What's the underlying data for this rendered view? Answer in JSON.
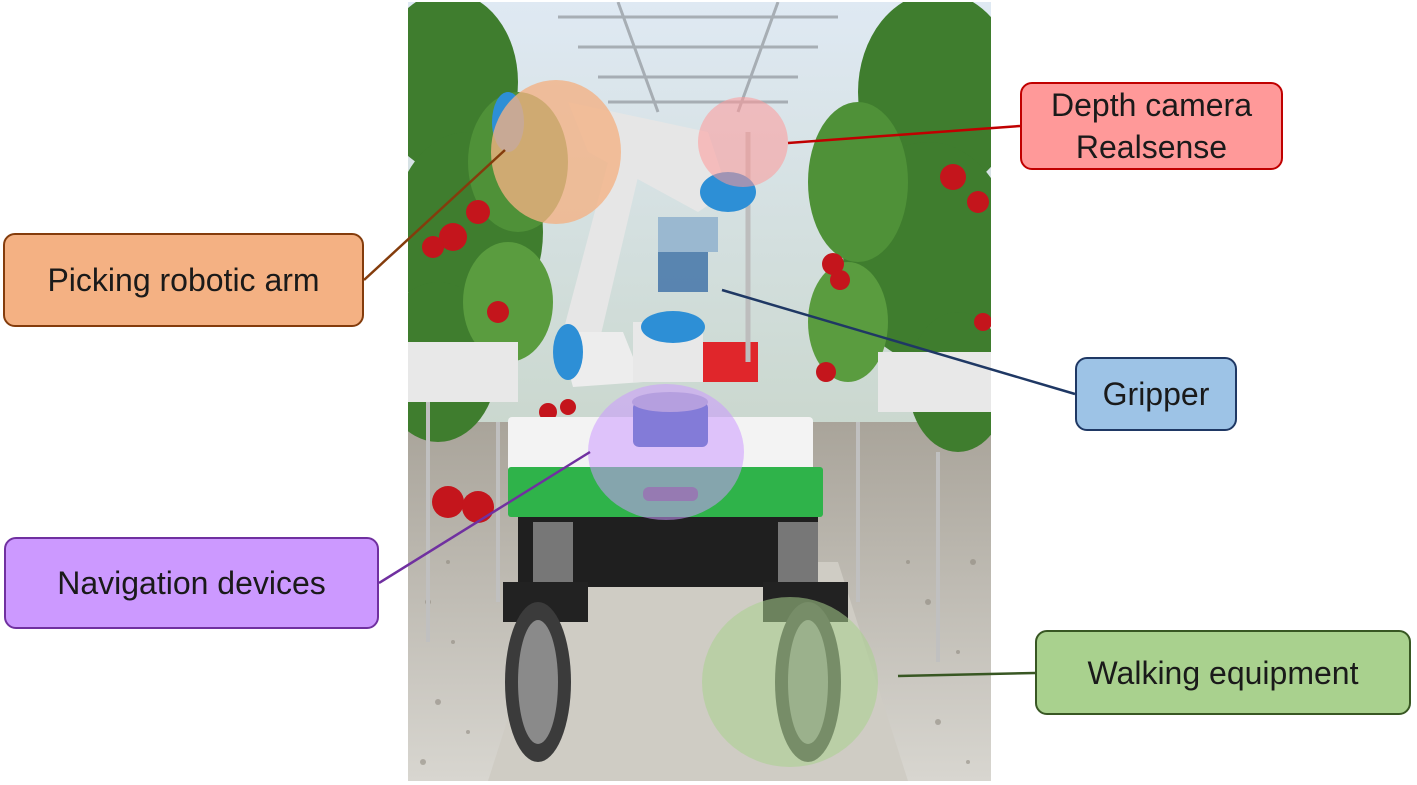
{
  "labels": {
    "arm": "Picking robotic arm",
    "camera_line1": "Depth camera",
    "camera_line2": "Realsense",
    "gripper": "Gripper",
    "navigation": "Navigation devices",
    "walking": "Walking equipment"
  },
  "colors": {
    "arm_fill": "#F4B183",
    "arm_border": "#843C0C",
    "camera_fill": "#FF9999",
    "camera_border": "#C00000",
    "gripper_fill": "#9DC3E6",
    "gripper_border": "#1F3864",
    "navigation_fill": "#CC99FF",
    "navigation_border": "#7030A0",
    "walking_fill": "#A9D18E",
    "walking_border": "#385723"
  },
  "icons": {
    "photo": "robot-platform-photo"
  }
}
